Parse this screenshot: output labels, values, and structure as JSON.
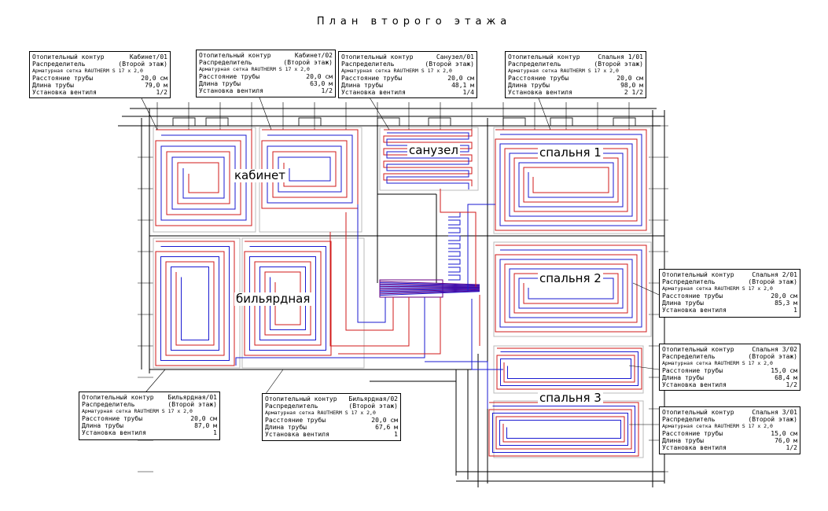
{
  "title": "План второго этажа",
  "rooms": [
    {
      "id": "kabinet",
      "label": "кабинет"
    },
    {
      "id": "sanuzel",
      "label": "санузел"
    },
    {
      "id": "spalnya1",
      "label": "спальня 1"
    },
    {
      "id": "spalnya2",
      "label": "спальня 2"
    },
    {
      "id": "bilyardnaya",
      "label": "бильярдная"
    },
    {
      "id": "spalnya3",
      "label": "спальня 3"
    }
  ],
  "colors": {
    "supply": "#d21a1a",
    "return": "#1a1ad2",
    "manifold": "#6a0080",
    "wall": "#000000"
  },
  "circuits": [
    {
      "id": "c1",
      "contour_label": "Отопительный контур",
      "name": "Кабинет/01",
      "distributor": "Распределитель",
      "floor": "(Второй этаж)",
      "mesh": "Арматурная сетка RAUTHERM S 17 x 2,0",
      "spacing_label": "Расстояние трубы",
      "spacing": "20,0 см",
      "length_label": "Длина трубы",
      "length": "79,0 м",
      "valve_label": "Установка вентиля",
      "valve": "1/2"
    },
    {
      "id": "c2",
      "contour_label": "Отопительный контур",
      "name": "Кабинет/02",
      "distributor": "Распределитель",
      "floor": "(Второй этаж)",
      "mesh": "Арматурная сетка RAUTHERM S 17 x 2,0",
      "spacing_label": "Расстояние трубы",
      "spacing": "20,0 см",
      "length_label": "Длина трубы",
      "length": "63,0 м",
      "valve_label": "Установка вентиля",
      "valve": "1/2"
    },
    {
      "id": "c3",
      "contour_label": "Отопительный контур",
      "name": "Санузел/01",
      "distributor": "Распределитель",
      "floor": "(Второй этаж)",
      "mesh": "Арматурная сетка RAUTHERM S 17 x 2,0",
      "spacing_label": "Расстояние трубы",
      "spacing": "20,0 см",
      "length_label": "Длина трубы",
      "length": "48,1 м",
      "valve_label": "Установка вентиля",
      "valve": "1/4"
    },
    {
      "id": "c4",
      "contour_label": "Отопительный контур",
      "name": "Спальня 1/01",
      "distributor": "Распределитель",
      "floor": "(Второй этаж)",
      "mesh": "Арматурная сетка RAUTHERM S 17 x 2,0",
      "spacing_label": "Расстояние трубы",
      "spacing": "20,0 см",
      "length_label": "Длина трубы",
      "length": "98,0 м",
      "valve_label": "Установка вентиля",
      "valve": "2 1/2"
    },
    {
      "id": "c5",
      "contour_label": "Отопительный контур",
      "name": "Спальня 2/01",
      "distributor": "Распределитель",
      "floor": "(Второй этаж)",
      "mesh": "Арматурная сетка RAUTHERM S 17 x 2,0",
      "spacing_label": "Расстояние трубы",
      "spacing": "20,0 см",
      "length_label": "Длина трубы",
      "length": "85,3 м",
      "valve_label": "Установка вентиля",
      "valve": "1"
    },
    {
      "id": "c6",
      "contour_label": "Отопительный контур",
      "name": "Спальня 3/02",
      "distributor": "Распределитель",
      "floor": "(Второй этаж)",
      "mesh": "Арматурная сетка RAUTHERM S 17 x 2,0",
      "spacing_label": "Расстояние трубы",
      "spacing": "15,0 см",
      "length_label": "Длина трубы",
      "length": "68,4 м",
      "valve_label": "Установка вентиля",
      "valve": "1/2"
    },
    {
      "id": "c7",
      "contour_label": "Отопительный контур",
      "name": "Спальня 3/01",
      "distributor": "Распределитель",
      "floor": "(Второй этаж)",
      "mesh": "Арматурная сетка RAUTHERM S 17 x 2,0",
      "spacing_label": "Расстояние трубы",
      "spacing": "15,0 см",
      "length_label": "Длина трубы",
      "length": "76,0 м",
      "valve_label": "Установка вентиля",
      "valve": "1/2"
    },
    {
      "id": "c8",
      "contour_label": "Отопительный контур",
      "name": "Бильярдная/01",
      "distributor": "Распределитель",
      "floor": "(Второй этаж)",
      "mesh": "Арматурная сетка RAUTHERM S 17 x 2,0",
      "spacing_label": "Расстояние трубы",
      "spacing": "20,0 см",
      "length_label": "Длина трубы",
      "length": "87,0 м",
      "valve_label": "Установка вентиля",
      "valve": "1"
    },
    {
      "id": "c9",
      "contour_label": "Отопительный контур",
      "name": "Бильярдная/02",
      "distributor": "Распределитель",
      "floor": "(Второй этаж)",
      "mesh": "Арматурная сетка RAUTHERM S 17 x 2,0",
      "spacing_label": "Расстояние трубы",
      "spacing": "20,0 см",
      "length_label": "Длина трубы",
      "length": "67,6 м",
      "valve_label": "Установка вентиля",
      "valve": "1"
    }
  ]
}
